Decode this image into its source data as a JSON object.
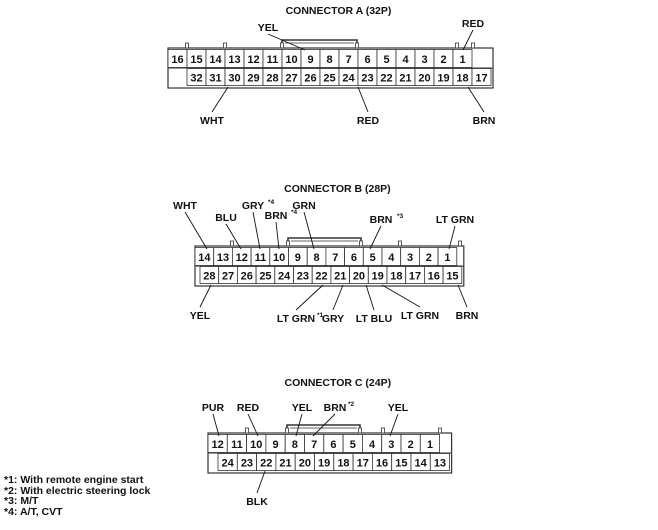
{
  "connectors": [
    {
      "id": "A",
      "title": "CONNECTOR A (32P)",
      "top_row": [
        "16",
        "15",
        "14",
        "13",
        "12",
        "11",
        "10",
        "9",
        "8",
        "7",
        "6",
        "5",
        "4",
        "3",
        "2",
        "1"
      ],
      "bottom_row": [
        "32",
        "31",
        "30",
        "29",
        "28",
        "27",
        "26",
        "25",
        "24",
        "23",
        "22",
        "21",
        "20",
        "19",
        "18",
        "17"
      ],
      "wire_labels": [
        {
          "pin": "9",
          "color": "YEL"
        },
        {
          "pin": "1",
          "color": "RED"
        },
        {
          "pin": "30",
          "color": "WHT"
        },
        {
          "pin": "23",
          "color": "RED"
        },
        {
          "pin": "17",
          "color": "BRN"
        }
      ]
    },
    {
      "id": "B",
      "title": "CONNECTOR B (28P)",
      "top_row": [
        "14",
        "13",
        "12",
        "11",
        "10",
        "9",
        "8",
        "7",
        "6",
        "5",
        "4",
        "3",
        "2",
        "1"
      ],
      "bottom_row": [
        "28",
        "27",
        "26",
        "25",
        "24",
        "23",
        "22",
        "21",
        "20",
        "19",
        "18",
        "17",
        "16",
        "15"
      ],
      "wire_labels": [
        {
          "pin": "14",
          "color": "WHT"
        },
        {
          "pin": "12",
          "color": "BLU"
        },
        {
          "pin": "11",
          "color": "GRY",
          "note": "*4"
        },
        {
          "pin": "10",
          "color": "BRN",
          "note": "*4"
        },
        {
          "pin": "8",
          "color": "GRN"
        },
        {
          "pin": "5",
          "color": "BRN",
          "note": "*3"
        },
        {
          "pin": "1",
          "color": "LT GRN"
        },
        {
          "pin": "28",
          "color": "YEL"
        },
        {
          "pin": "22",
          "color": "LT GRN",
          "note": "*1"
        },
        {
          "pin": "21",
          "color": "GRY"
        },
        {
          "pin": "20",
          "color": "LT BLU"
        },
        {
          "pin": "19",
          "color": "LT GRN"
        },
        {
          "pin": "15",
          "color": "BRN"
        }
      ]
    },
    {
      "id": "C",
      "title": "CONNECTOR C (24P)",
      "top_row": [
        "12",
        "11",
        "10",
        "9",
        "8",
        "7",
        "6",
        "5",
        "4",
        "3",
        "2",
        "1"
      ],
      "bottom_row": [
        "24",
        "23",
        "22",
        "21",
        "20",
        "19",
        "18",
        "17",
        "16",
        "15",
        "14",
        "13"
      ],
      "wire_labels": [
        {
          "pin": "12",
          "color": "PUR"
        },
        {
          "pin": "10",
          "color": "RED"
        },
        {
          "pin": "8",
          "color": "YEL"
        },
        {
          "pin": "7",
          "color": "BRN",
          "note": "*2"
        },
        {
          "pin": "3",
          "color": "YEL"
        },
        {
          "pin": "22",
          "color": "BLK"
        }
      ]
    }
  ],
  "footnotes": [
    "*1: With remote engine start",
    "*2: With electric steering lock",
    "*3: M/T",
    "*4: A/T, CVT"
  ]
}
